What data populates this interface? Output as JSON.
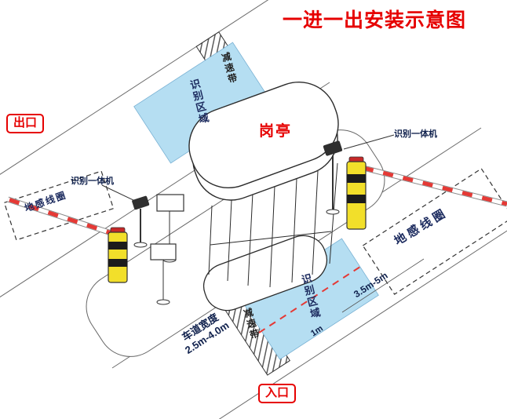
{
  "title": "一进一出安装示意图",
  "badges": {
    "exit": "出口",
    "entrance": "入口"
  },
  "booth": {
    "label": "岗亭"
  },
  "devices": {
    "left_camera_label": "识别一体机",
    "right_camera_label": "识别一体机"
  },
  "zones": {
    "top_recognition": "识别区域",
    "bottom_recognition": "识别区域",
    "left_coil": "地感线圈",
    "right_coil": "地感线圈",
    "top_bump": "减速带",
    "bottom_bump": "减速带"
  },
  "dimensions": {
    "lane_width_label": "车道宽度",
    "lane_width_value": "2.5m-4.0m",
    "coil_distance": "3.5m-5m",
    "area_offset": "1m"
  },
  "colors": {
    "title_red": "#e60000",
    "recognition_area_blue": "#b5def2",
    "label_navy": "#1b2a5e",
    "cabinet_yellow": "#f2df2a",
    "barrier_arm_red": "#e53935"
  }
}
